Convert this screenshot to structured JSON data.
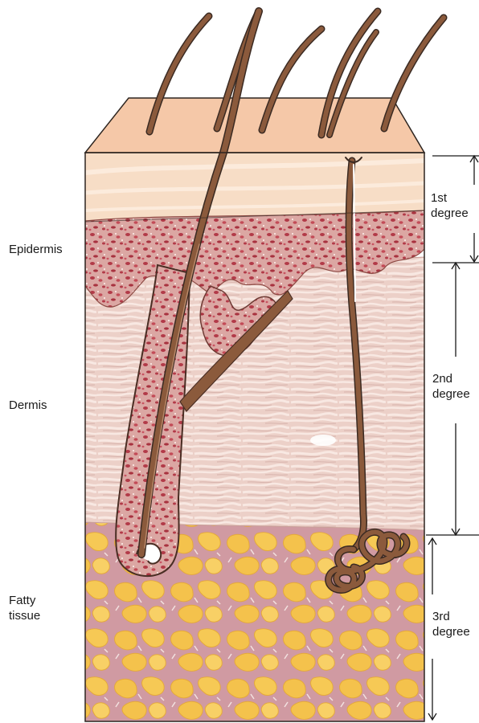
{
  "layers": {
    "epidermis": "Epidermis",
    "dermis": "Dermis",
    "fatty_line1": "Fatty",
    "fatty_line2": "tissue"
  },
  "degrees": {
    "first_line1": "1st",
    "first_line2": "degree",
    "second_line1": "2nd",
    "second_line2": "degree",
    "third_line1": "3rd",
    "third_line2": "degree"
  },
  "colors": {
    "skin_surface": "#f5c8a8",
    "outer_layer": "#f7ddc6",
    "epidermis_base": "#d9a39c",
    "dermis": "#ecd0c8",
    "fat_base": "#d3a0a6",
    "fat_lobules": "#f4c24c",
    "hair": "#8b5a3c",
    "outline": "#3a2a22"
  }
}
